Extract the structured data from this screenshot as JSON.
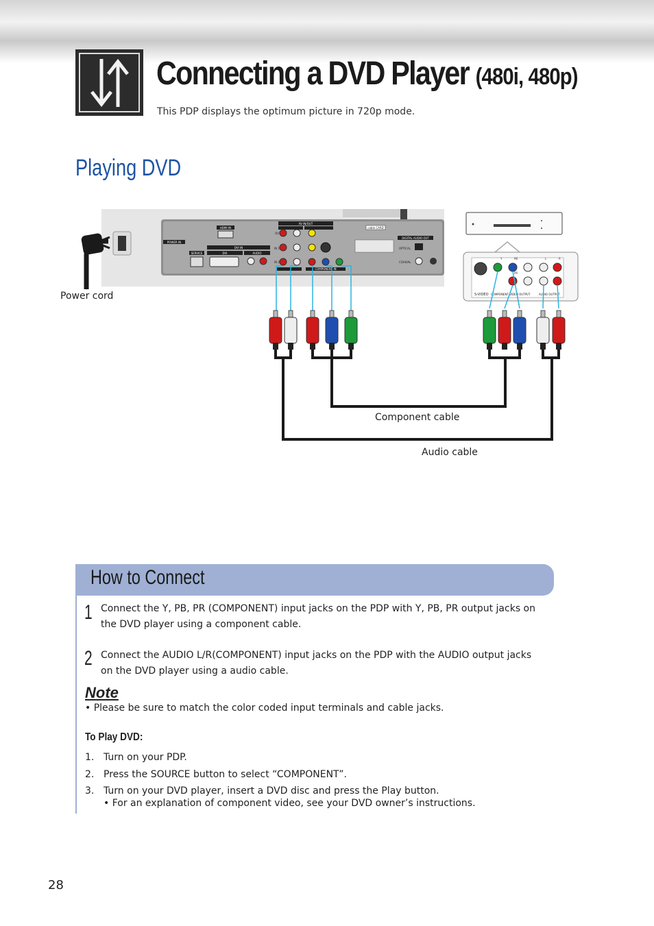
{
  "header": {
    "title_main": "Connecting a DVD Player",
    "title_paren": "(480i, 480p)",
    "subtitle": "This PDP displays the optimum picture in 720p mode."
  },
  "section": {
    "title": "Playing DVD"
  },
  "diagram": {
    "power_cord_label": "Power cord",
    "component_cable_label": "Component cable",
    "audio_cable_label": "Audio cable",
    "pdp_panel_labels": {
      "hdmi_in": "HDMI IN",
      "power_in": "POWER IN",
      "service": "SERVICE",
      "dvi": "DVI",
      "dvi_in": "DVI IN",
      "audio": "AUDIO",
      "av_in_out": "AV IN/OUT",
      "out": "OUT",
      "in1": "IN 1",
      "in2": "IN 2",
      "video": "VIDEO",
      "s_video": "S-VIDEO",
      "component_in": "COMPONENT IN",
      "cable_card": "cable CARD",
      "digital_audio_out": "DIGITAL AUDIO OUT",
      "optical": "OPTICAL",
      "coaxial": "COAXIAL"
    },
    "dvd_panel_labels": {
      "s_video": "S-VIDEO",
      "component_video_output": "COMPONENT VIDEO OUTPUT",
      "audio_output": "AUDIO OUTPUT",
      "y": "Y",
      "pb": "PB",
      "pr": "PR",
      "l": "L",
      "r": "R"
    },
    "colors": {
      "red": "#d01a1a",
      "green": "#1d9a3a",
      "blue": "#1e4fb0",
      "white": "#eeeeee",
      "cable_guide": "#2ab4e0"
    }
  },
  "how_to_connect": {
    "title": "How to Connect",
    "steps": [
      {
        "num": "1",
        "text": "Connect the Y, PB, PR (COMPONENT) input jacks on the PDP with Y, PB, PR output jacks on the DVD player using a component cable."
      },
      {
        "num": "2",
        "text": "Connect the AUDIO L/R(COMPONENT) input jacks on the PDP with the AUDIO output jacks on the DVD player using a audio cable."
      }
    ],
    "note_heading": "Note",
    "note": "•  Please be sure to match the color coded input terminals and cable jacks.",
    "play_heading": "To Play DVD:",
    "play_steps": [
      {
        "num": "1.",
        "text": "Turn on your PDP."
      },
      {
        "num": "2.",
        "text": "Press the SOURCE button to select “COMPONENT”."
      },
      {
        "num": "3.",
        "text": "Turn on your DVD player, insert a DVD disc and press the Play button."
      }
    ],
    "play_sub": "• For an explanation of component video, see your DVD owner’s instructions."
  },
  "page_number": "28"
}
